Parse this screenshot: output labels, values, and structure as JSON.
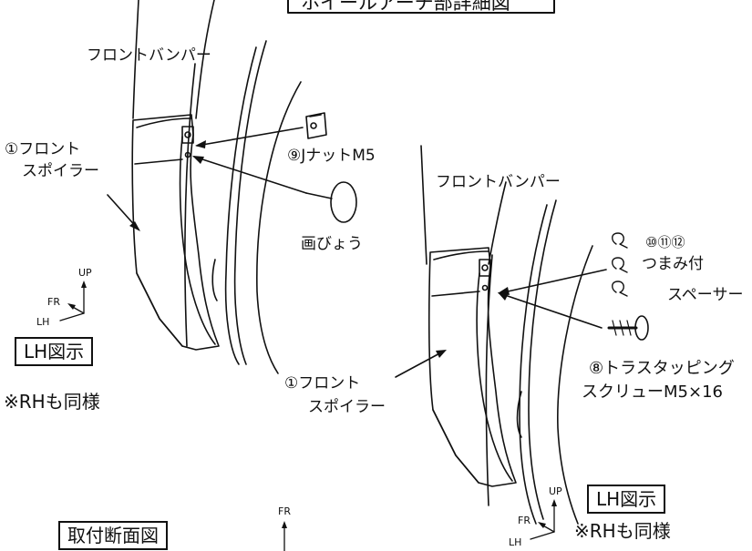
{
  "title": "ホイールアーチ部詳細図",
  "left_view": {
    "front_bumper": "フロントバンパー",
    "front_spoiler_1": "①フロント",
    "front_spoiler_2": "スポイラー",
    "j_nut": "⑨JナットM5",
    "pushpin": "画びょう",
    "view_label": "LH図示",
    "rh_note": "※RHも同様",
    "axis_up": "UP",
    "axis_fr": "FR",
    "axis_lh": "LH"
  },
  "right_view": {
    "front_bumper": "フロントバンパー",
    "spacer_nums": "⑩⑪⑫",
    "spacer_1": "つまみ付",
    "spacer_2": "スペーサー",
    "screw_1": "⑧トラスタッピング",
    "screw_2": "スクリューM5×16",
    "front_spoiler_1": "①フロント",
    "front_spoiler_2": "スポイラー",
    "view_label": "LH図示",
    "rh_note": "※RHも同様",
    "axis_up": "UP",
    "axis_fr": "FR",
    "axis_lh": "LH"
  },
  "section": {
    "title": "取付断面図",
    "axis_fr": "FR"
  }
}
